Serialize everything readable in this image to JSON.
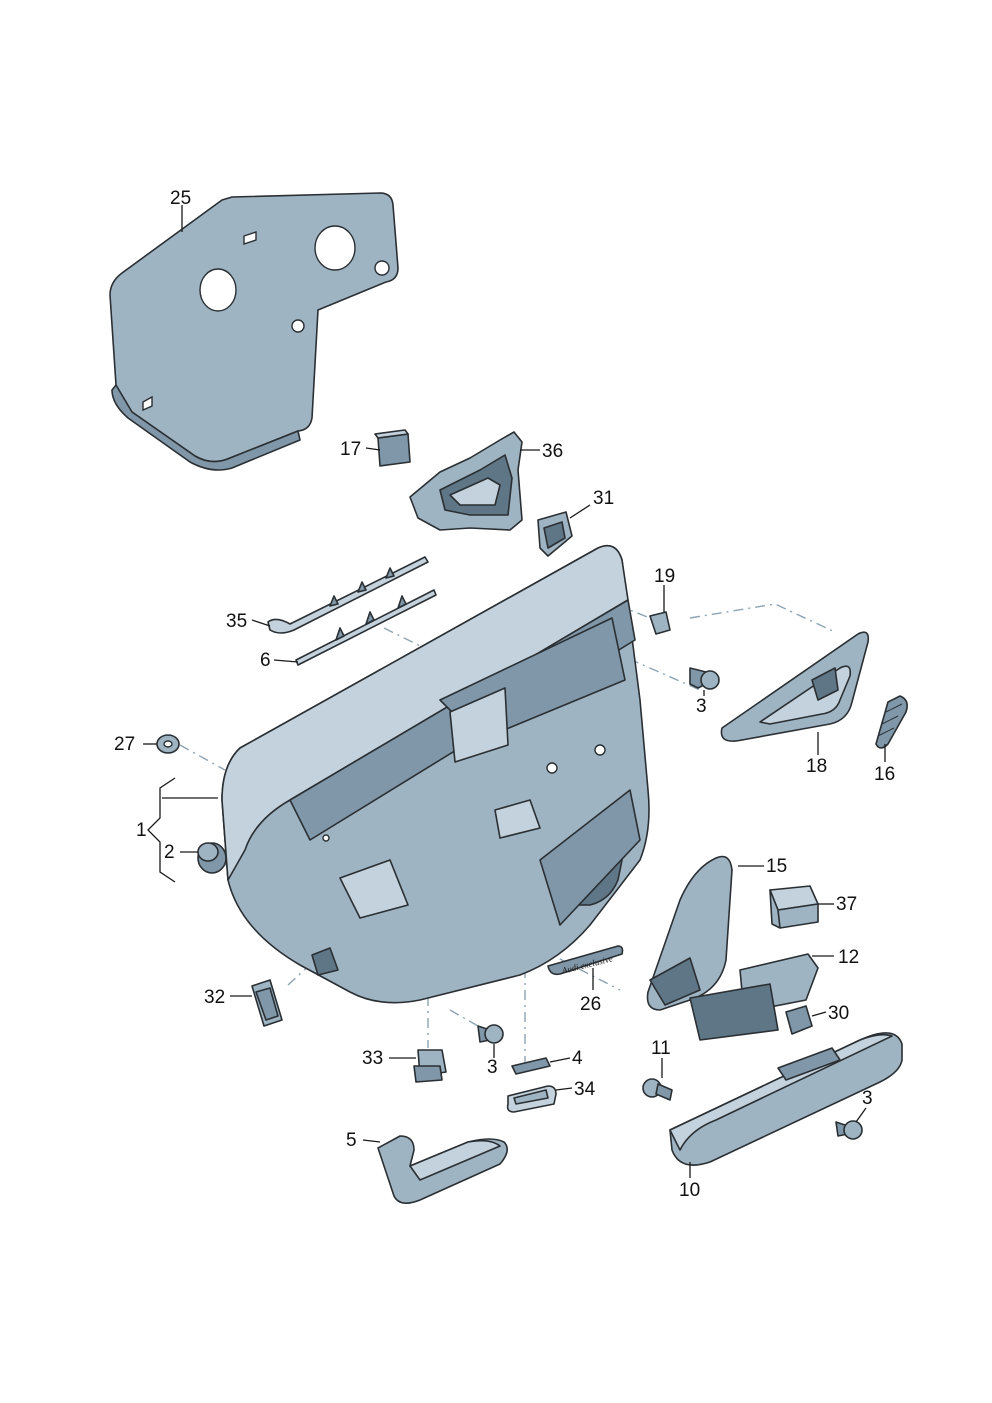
{
  "callouts": [
    {
      "id": "25",
      "label": "25"
    },
    {
      "id": "17",
      "label": "17"
    },
    {
      "id": "36",
      "label": "36"
    },
    {
      "id": "31",
      "label": "31"
    },
    {
      "id": "19",
      "label": "19"
    },
    {
      "id": "35",
      "label": "35"
    },
    {
      "id": "6",
      "label": "6"
    },
    {
      "id": "3a",
      "label": "3"
    },
    {
      "id": "27",
      "label": "27"
    },
    {
      "id": "18",
      "label": "18"
    },
    {
      "id": "16",
      "label": "16"
    },
    {
      "id": "1",
      "label": "1"
    },
    {
      "id": "2",
      "label": "2"
    },
    {
      "id": "15",
      "label": "15"
    },
    {
      "id": "37",
      "label": "37"
    },
    {
      "id": "12",
      "label": "12"
    },
    {
      "id": "32",
      "label": "32"
    },
    {
      "id": "26",
      "label": "26"
    },
    {
      "id": "30",
      "label": "30"
    },
    {
      "id": "33",
      "label": "33"
    },
    {
      "id": "3b",
      "label": "3"
    },
    {
      "id": "4",
      "label": "4"
    },
    {
      "id": "11",
      "label": "11"
    },
    {
      "id": "34",
      "label": "34"
    },
    {
      "id": "3c",
      "label": "3"
    },
    {
      "id": "5",
      "label": "5"
    },
    {
      "id": "10",
      "label": "10"
    }
  ],
  "trim_badge_text": "Audi exclusive",
  "colors": {
    "part_fill": "#9fb4c3",
    "part_stroke": "#2a2f33",
    "dash": "#8da4b3"
  }
}
